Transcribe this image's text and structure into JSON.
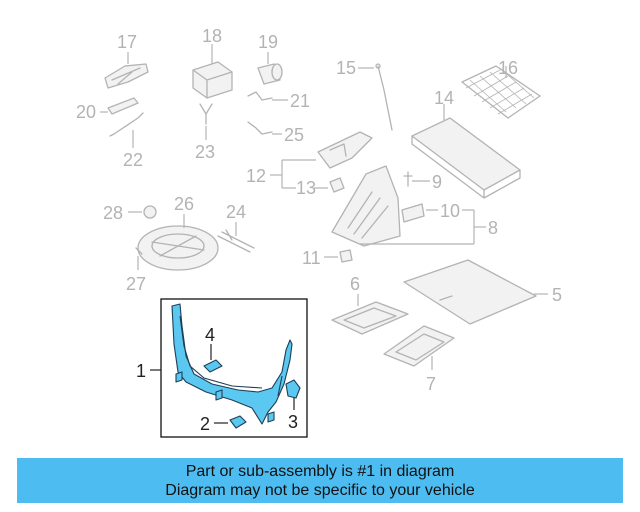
{
  "callouts": {
    "c1": "1",
    "c2": "2",
    "c3": "3",
    "c4": "4",
    "c5": "5",
    "c6": "6",
    "c7": "7",
    "c8": "8",
    "c9": "9",
    "c10": "10",
    "c11": "11",
    "c12": "12",
    "c13": "13",
    "c14": "14",
    "c15": "15",
    "c16": "16",
    "c17": "17",
    "c18": "18",
    "c19": "19",
    "c20": "20",
    "c21": "21",
    "c22": "22",
    "c23": "23",
    "c24": "24",
    "c25": "25",
    "c26": "26",
    "c27": "27",
    "c28": "28"
  },
  "colors": {
    "highlight_part": "#5bc8f2",
    "banner_background": "#4dbdf1",
    "ghost_lines": "#b3b3b3"
  },
  "banner": {
    "line1": "Part or sub-assembly is #1 in diagram",
    "line2": "Diagram may not be specific to your vehicle"
  }
}
